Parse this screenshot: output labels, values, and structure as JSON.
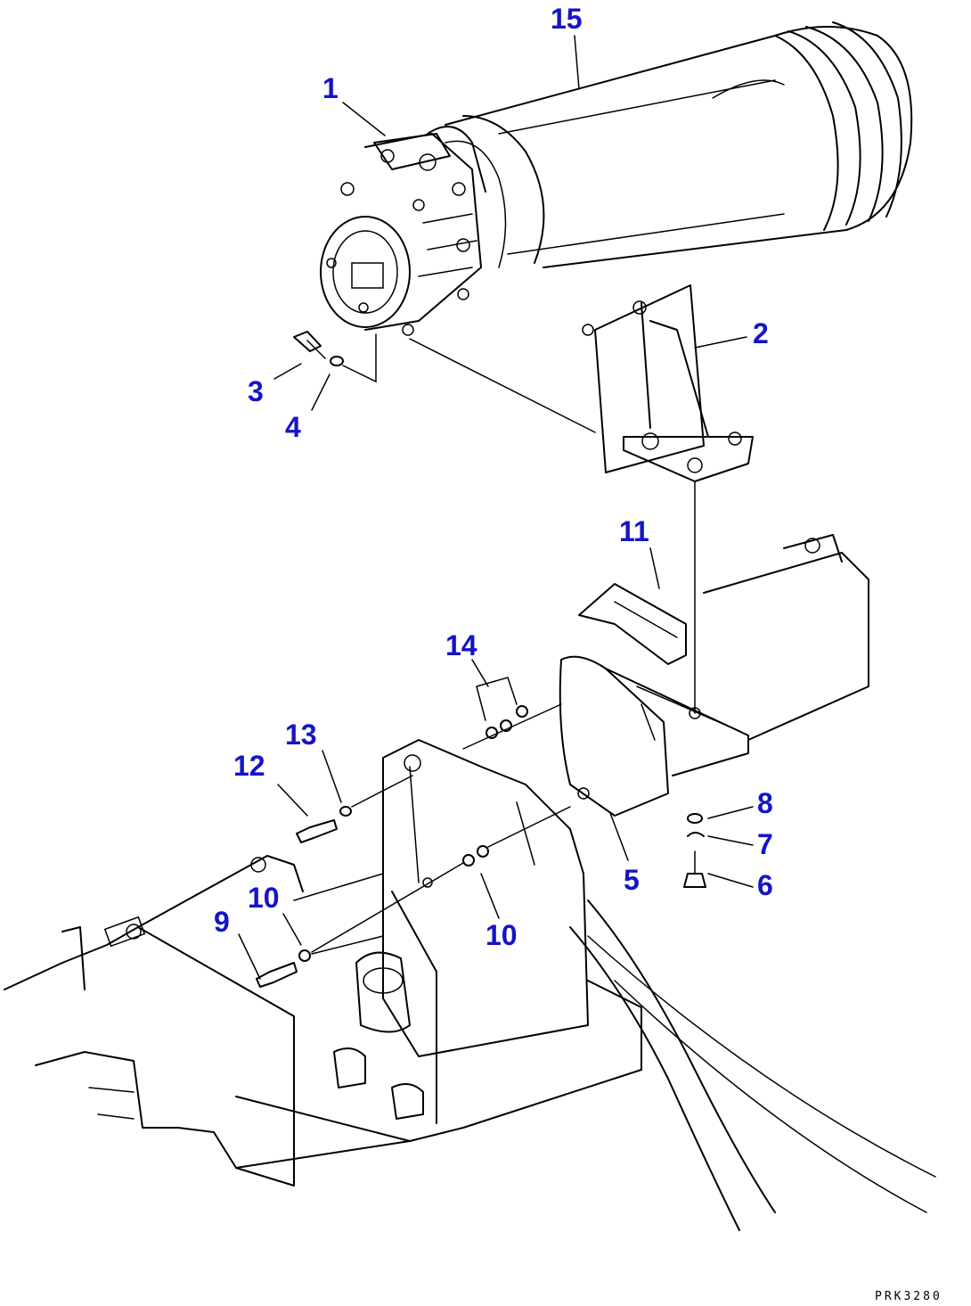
{
  "drawing_code": "PRK3280",
  "colors": {
    "callout": "#1414c8",
    "linework": "#000000",
    "background": "#ffffff"
  },
  "callouts": [
    {
      "id": "c15",
      "label": "15"
    },
    {
      "id": "c1",
      "label": "1"
    },
    {
      "id": "c2",
      "label": "2"
    },
    {
      "id": "c3",
      "label": "3"
    },
    {
      "id": "c4",
      "label": "4"
    },
    {
      "id": "c11",
      "label": "11"
    },
    {
      "id": "c14",
      "label": "14"
    },
    {
      "id": "c13",
      "label": "13"
    },
    {
      "id": "c12",
      "label": "12"
    },
    {
      "id": "c8",
      "label": "8"
    },
    {
      "id": "c7",
      "label": "7"
    },
    {
      "id": "c6",
      "label": "6"
    },
    {
      "id": "c5",
      "label": "5"
    },
    {
      "id": "c10a",
      "label": "10"
    },
    {
      "id": "c9",
      "label": "9"
    },
    {
      "id": "c10b",
      "label": "10"
    }
  ]
}
